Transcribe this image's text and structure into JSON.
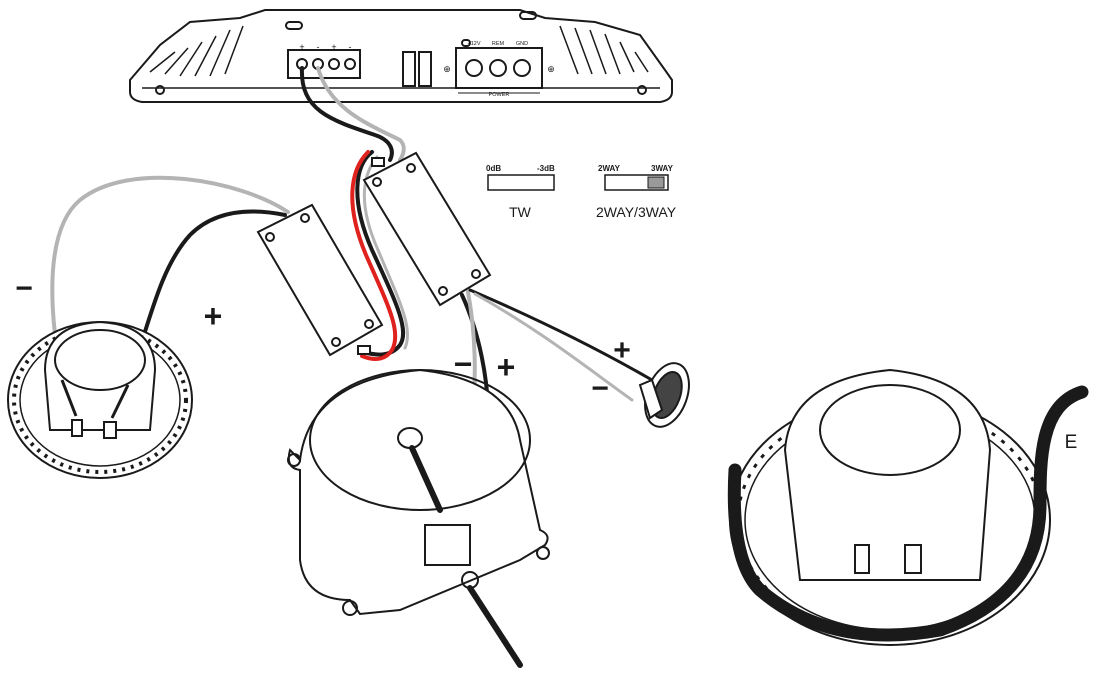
{
  "amplifier": {
    "terminal_polarity": [
      "+",
      "-",
      "+",
      "-"
    ],
    "power_labels": [
      "+12V",
      "REM",
      "GND"
    ],
    "power_caption": "POWER",
    "ground_mark": "⊕"
  },
  "switches": {
    "tw": {
      "left_label": "0dB",
      "right_label": "-3dB",
      "caption": "TW"
    },
    "way": {
      "left_label": "2WAY",
      "right_label": "3WAY",
      "caption": "2WAY/3WAY"
    }
  },
  "polarity": {
    "left_minus": "−",
    "left_plus": "+",
    "center_minus": "−",
    "center_plus": "+",
    "tweeter_plus": "+",
    "tweeter_minus": "−"
  },
  "figure_label": "E",
  "colors": {
    "line": "#1a1a1a",
    "grey_wire": "#b4b4b4",
    "red_wire": "#e0221e",
    "switch_fill": "#9a9a9a"
  }
}
